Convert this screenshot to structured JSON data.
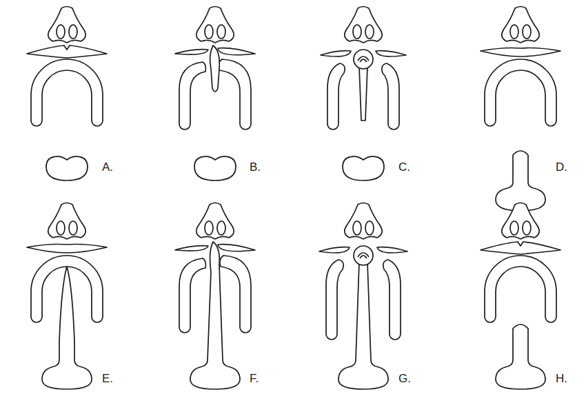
{
  "diagram": {
    "labels": [
      "A.",
      "B.",
      "C.",
      "D.",
      "E.",
      "F.",
      "G.",
      "H."
    ]
  }
}
